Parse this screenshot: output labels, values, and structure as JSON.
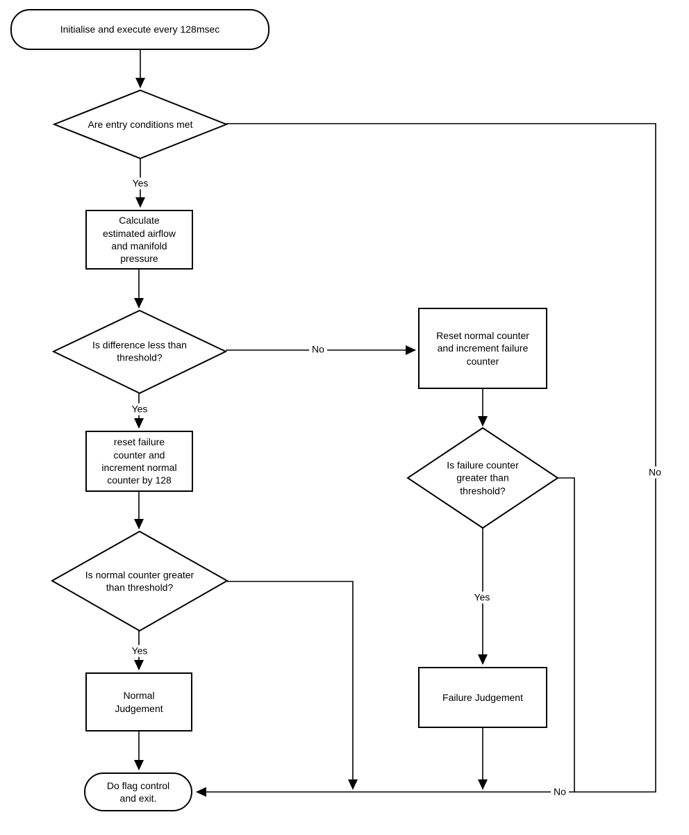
{
  "flowchart": {
    "nodes": {
      "start": "Initialise and execute every 128msec",
      "entry_decision": "Are entry conditions met",
      "calculate_step": "Calculate\nestimated airflow\nand manifold\npressure",
      "difference_decision": "Is difference less than\nthreshold?",
      "reset_failure_step": "reset failure\ncounter and\nincrement normal\ncounter by 128",
      "normal_counter_decision": "Is normal counter greater\nthan threshold?",
      "normal_judgement": "Normal\nJudgement",
      "reset_normal_step": "Reset normal counter\nand increment failure\ncounter",
      "failure_counter_decision": "Is failure counter\ngreater than\nthreshold?",
      "failure_judgement": "Failure Judgement",
      "end": "Do flag control\nand exit."
    },
    "edge_labels": {
      "entry_yes": "Yes",
      "entry_no": "No",
      "difference_yes": "Yes",
      "difference_no": "No",
      "normal_yes": "Yes",
      "failure_yes": "Yes",
      "failure_no": "No"
    },
    "colors": {
      "line": "#000000",
      "background": "#ffffff"
    }
  }
}
